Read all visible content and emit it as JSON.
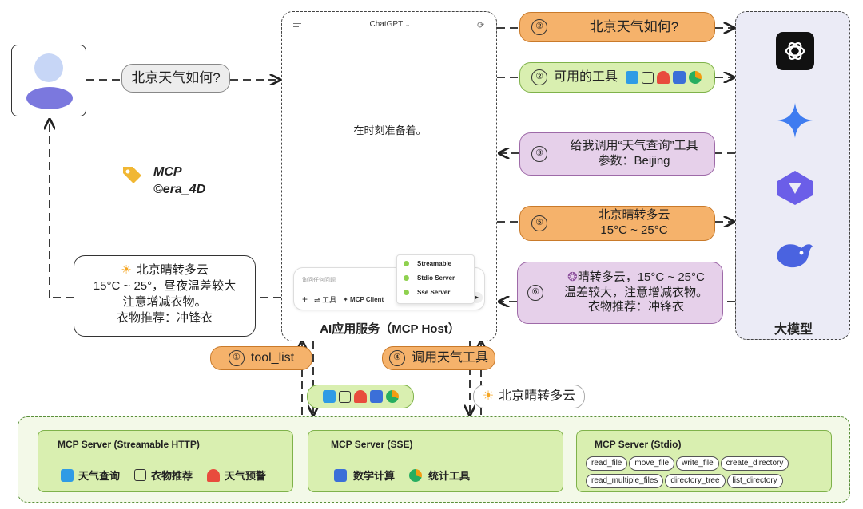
{
  "user_query": "北京天气如何?",
  "watermark": {
    "line1": "MCP",
    "line2": "©era_4D"
  },
  "user_reply": {
    "line1": "北京晴转多云",
    "line2": "15°C ~ 25°，昼夜温差较大",
    "line3": "注意增减衣物。",
    "line4": "衣物推荐：冲锋衣"
  },
  "host": {
    "app_title": "ChatGPT",
    "greeting": "在时刻准备着。",
    "input_placeholder": "询问任何问题",
    "toolbar": {
      "plus": "+",
      "tools": "工具",
      "mcp_client": "MCP Client"
    },
    "dropdown": [
      "Streamable",
      "Stdio Server",
      "Sse Server"
    ],
    "label": "AI应用服务（MCP Host）"
  },
  "flow": {
    "step2_query": {
      "num": "②",
      "text": "北京天气如何?"
    },
    "step2_tools": {
      "num": "②",
      "text": "可用的工具"
    },
    "step3": {
      "num": "③",
      "line1": "给我调用“天气查询”工具",
      "line2": "参数：Beijing"
    },
    "step5": {
      "num": "⑤",
      "line1": "北京晴转多云",
      "line2": "15°C ~ 25°C"
    },
    "step6": {
      "num": "⑥",
      "line1": "晴转多云，15°C ~ 25°C",
      "line2": "温差较大，注意增减衣物。",
      "line3": "衣物推荐：冲锋衣"
    },
    "step1": {
      "num": "①",
      "text": "tool_list"
    },
    "step4": {
      "num": "④",
      "text": "调用天气工具"
    },
    "weather_result": "北京晴转多云"
  },
  "llm_panel": {
    "label": "大模型",
    "logos": [
      "openai-logo",
      "gemini-logo",
      "qwen-logo",
      "deepseek-logo"
    ]
  },
  "servers": [
    {
      "title": "MCP Server (Streamable HTTP)",
      "tools": [
        "天气查询",
        "衣物推荐",
        "天气预警"
      ]
    },
    {
      "title": "MCP Server (SSE)",
      "tools": [
        "数学计算",
        "统计工具"
      ]
    },
    {
      "title": "MCP Server (Stdio)",
      "tags": [
        "read_file",
        "move_file",
        "write_file",
        "create_directory",
        "read_multiple_files",
        "directory_tree",
        "list_directory"
      ]
    }
  ],
  "colors": {
    "orange": "#f5b26b",
    "green": "#d9efb0",
    "purple": "#e6d0ea",
    "blue_accent": "#3b5bdb"
  }
}
